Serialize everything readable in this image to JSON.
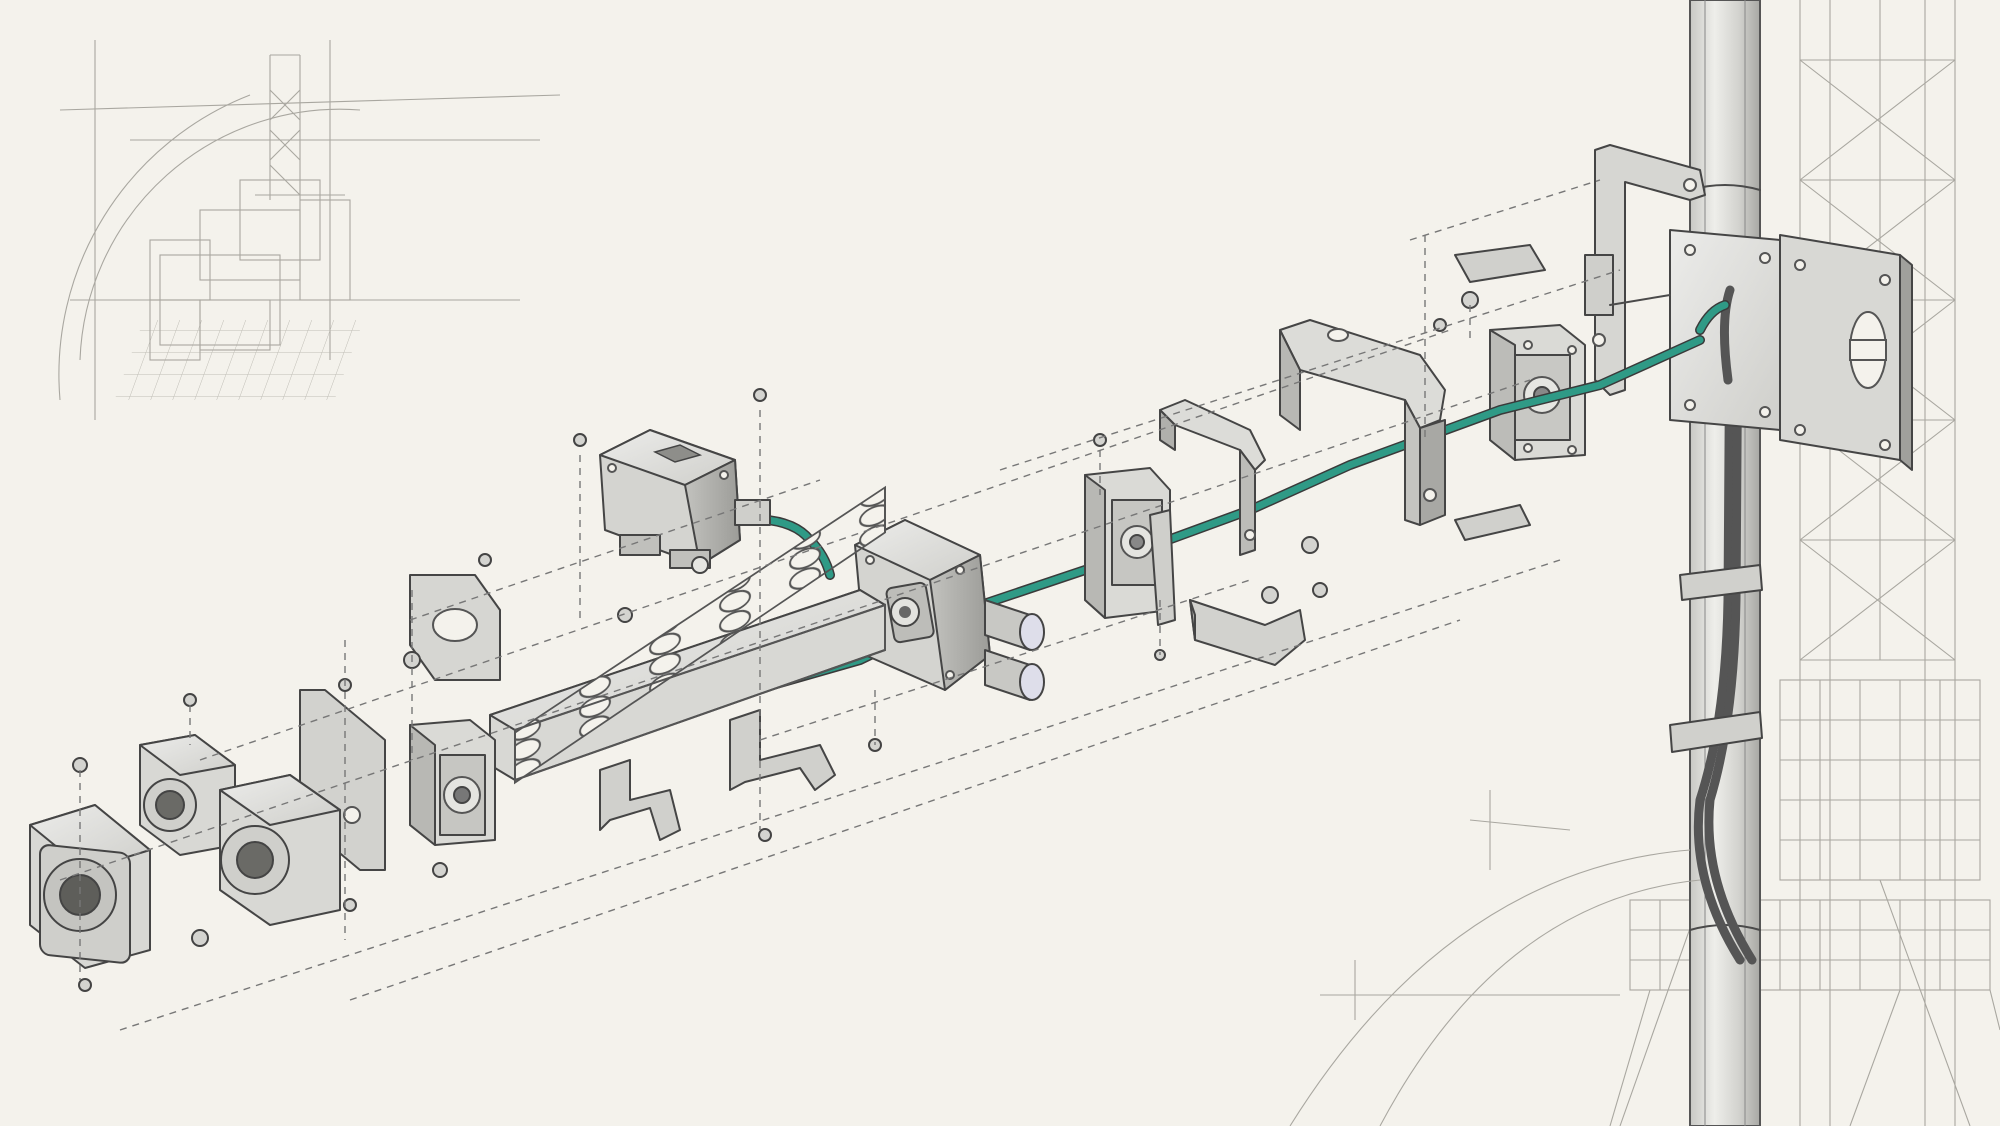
{
  "drawing": {
    "style": "pencil-sketch exploded isometric technical illustration",
    "colors": {
      "paper": "#f4f2ec",
      "ink": "#4a4a4a",
      "metal_light": "#dcdcd8",
      "metal_mid": "#c4c4c0",
      "metal_dark": "#9e9e9a",
      "cable": "#2f9a86",
      "construction_line": "#a9a7a0"
    },
    "components": [
      {
        "id": "rig-thumbnail",
        "icon": "offshore-rig-sketch"
      },
      {
        "id": "tower-structure",
        "icon": "lattice-tower"
      },
      {
        "id": "main-pipe",
        "icon": "vertical-pipe"
      },
      {
        "id": "clamp-plate",
        "icon": "mounting-plate"
      },
      {
        "id": "clamp-bracket",
        "icon": "bracket"
      },
      {
        "id": "sensor-module",
        "icon": "sensor-box"
      },
      {
        "id": "junction-box",
        "icon": "junction-box"
      },
      {
        "id": "rail-arm",
        "icon": "perforated-rail"
      },
      {
        "id": "gland-housing-1",
        "icon": "flange-housing"
      },
      {
        "id": "gland-housing-2",
        "icon": "flange-housing"
      },
      {
        "id": "gland-housing-3",
        "icon": "flange-housing"
      },
      {
        "id": "cover-bracket-large",
        "icon": "u-cover"
      },
      {
        "id": "cover-bracket-small",
        "icon": "u-cover"
      },
      {
        "id": "fasteners",
        "icon": "bolt-and-nut"
      },
      {
        "id": "armored-cable",
        "icon": "cable"
      }
    ]
  }
}
